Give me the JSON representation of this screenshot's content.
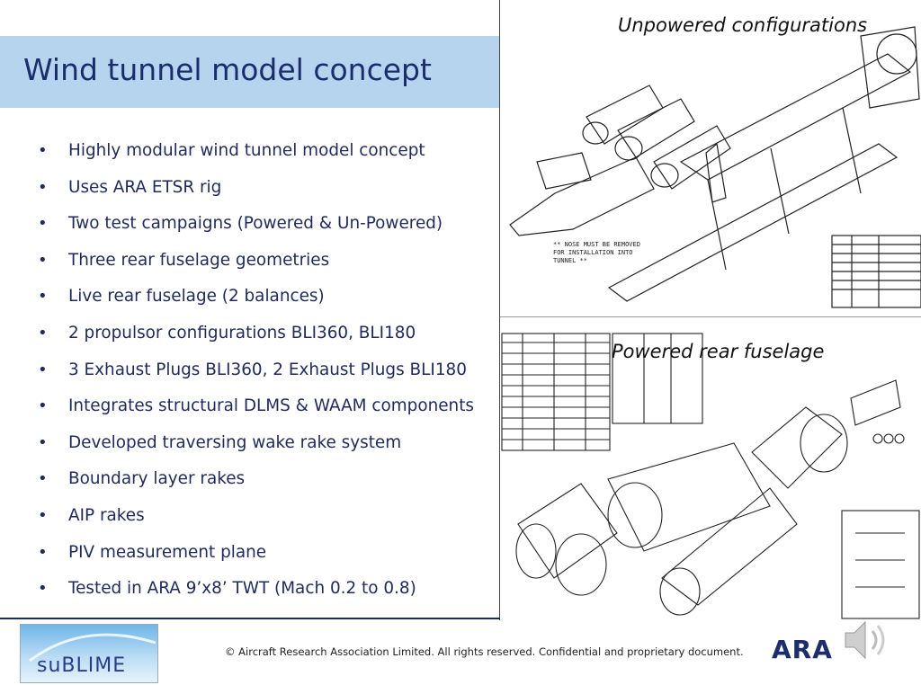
{
  "slide": {
    "title": "Wind tunnel model concept",
    "bullets": [
      "Highly modular wind tunnel model concept",
      "Uses ARA ETSR rig",
      "Two test campaigns (Powered & Un-Powered)",
      "Three rear fuselage geometries",
      "Live rear fuselage (2 balances)",
      "2 propulsor configurations BLI360, BLI180",
      "3 Exhaust Plugs BLI360, 2 Exhaust Plugs BLI180",
      "Integrates structural DLMS & WAAM components",
      "Developed traversing wake rake system",
      "Boundary layer rakes",
      "AIP rakes",
      "PIV measurement plane",
      "Tested in ARA 9’x8’ TWT (Mach 0.2 to 0.8)"
    ],
    "bullet_symbol": "•"
  },
  "figures": {
    "top_caption": "Unpowered configurations",
    "top_note": "** NOSE MUST BE REMOVED FOR INSTALLATION INTO TUNNEL **",
    "bottom_caption": "Powered rear fuselage"
  },
  "footer": {
    "copyright": "© Aircraft Research Association Limited. All rights reserved. Confidential and proprietary document.",
    "logo_left_text": "suBLIME",
    "logo_right_text": "ARA"
  },
  "icons": {
    "audio": "speaker-icon"
  },
  "colors": {
    "title_bar": "#b7d4ee",
    "text": "#1f2a5c",
    "brand": "#1c2d6e"
  }
}
